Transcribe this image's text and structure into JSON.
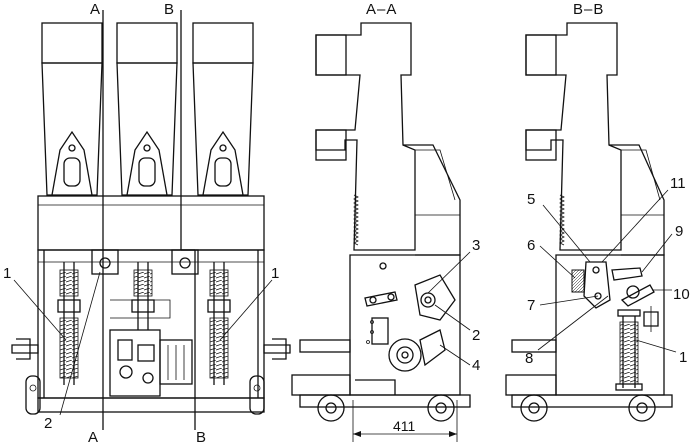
{
  "front_view": {
    "cut_labels": {
      "a_top": "A",
      "b_top": "B",
      "a_bottom": "A",
      "b_bottom": "B"
    },
    "callouts": {
      "left": "1",
      "right": "1",
      "bottom": "2"
    }
  },
  "section_a": {
    "title": "A–A",
    "callouts": [
      "3",
      "2",
      "4"
    ],
    "dimension": "411"
  },
  "section_b": {
    "title": "B–B",
    "callouts": [
      "5",
      "11",
      "6",
      "9",
      "7",
      "10",
      "8",
      "1"
    ]
  }
}
